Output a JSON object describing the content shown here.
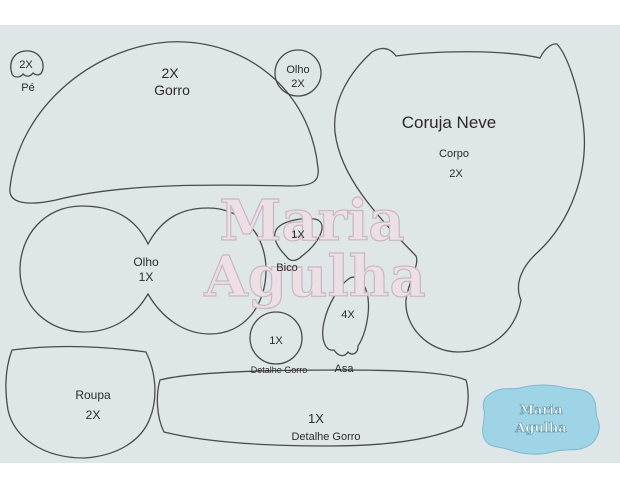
{
  "pieces": {
    "pe": {
      "count": "2X",
      "name": "Pé"
    },
    "gorro": {
      "count": "2X",
      "name": "Gorro"
    },
    "olho_small": {
      "name": "Olho",
      "count": "2X"
    },
    "corpo": {
      "title": "Coruja Neve",
      "name": "Corpo",
      "count": "2X"
    },
    "olho_big": {
      "name": "Olho",
      "count": "1X"
    },
    "bico": {
      "count": "1X",
      "name": "Bico"
    },
    "detalhe_gorro_circle": {
      "count": "1X",
      "name": "Detalhe Gorro"
    },
    "asa": {
      "count": "4X",
      "name": "Asa"
    },
    "roupa": {
      "name": "Roupa",
      "count": "2X"
    },
    "detalhe_gorro_band": {
      "count": "1X",
      "name": "Detalhe Gorro"
    }
  },
  "watermark": {
    "line1": "Maria",
    "line2": "Agulha"
  },
  "badge": {
    "line1": "Maria",
    "line2": "Agulha",
    "color": "#9fd3e6"
  },
  "colors": {
    "paper": "#dfe6e8",
    "outline": "#4a4a4a",
    "ink": "#2a2a2a"
  }
}
